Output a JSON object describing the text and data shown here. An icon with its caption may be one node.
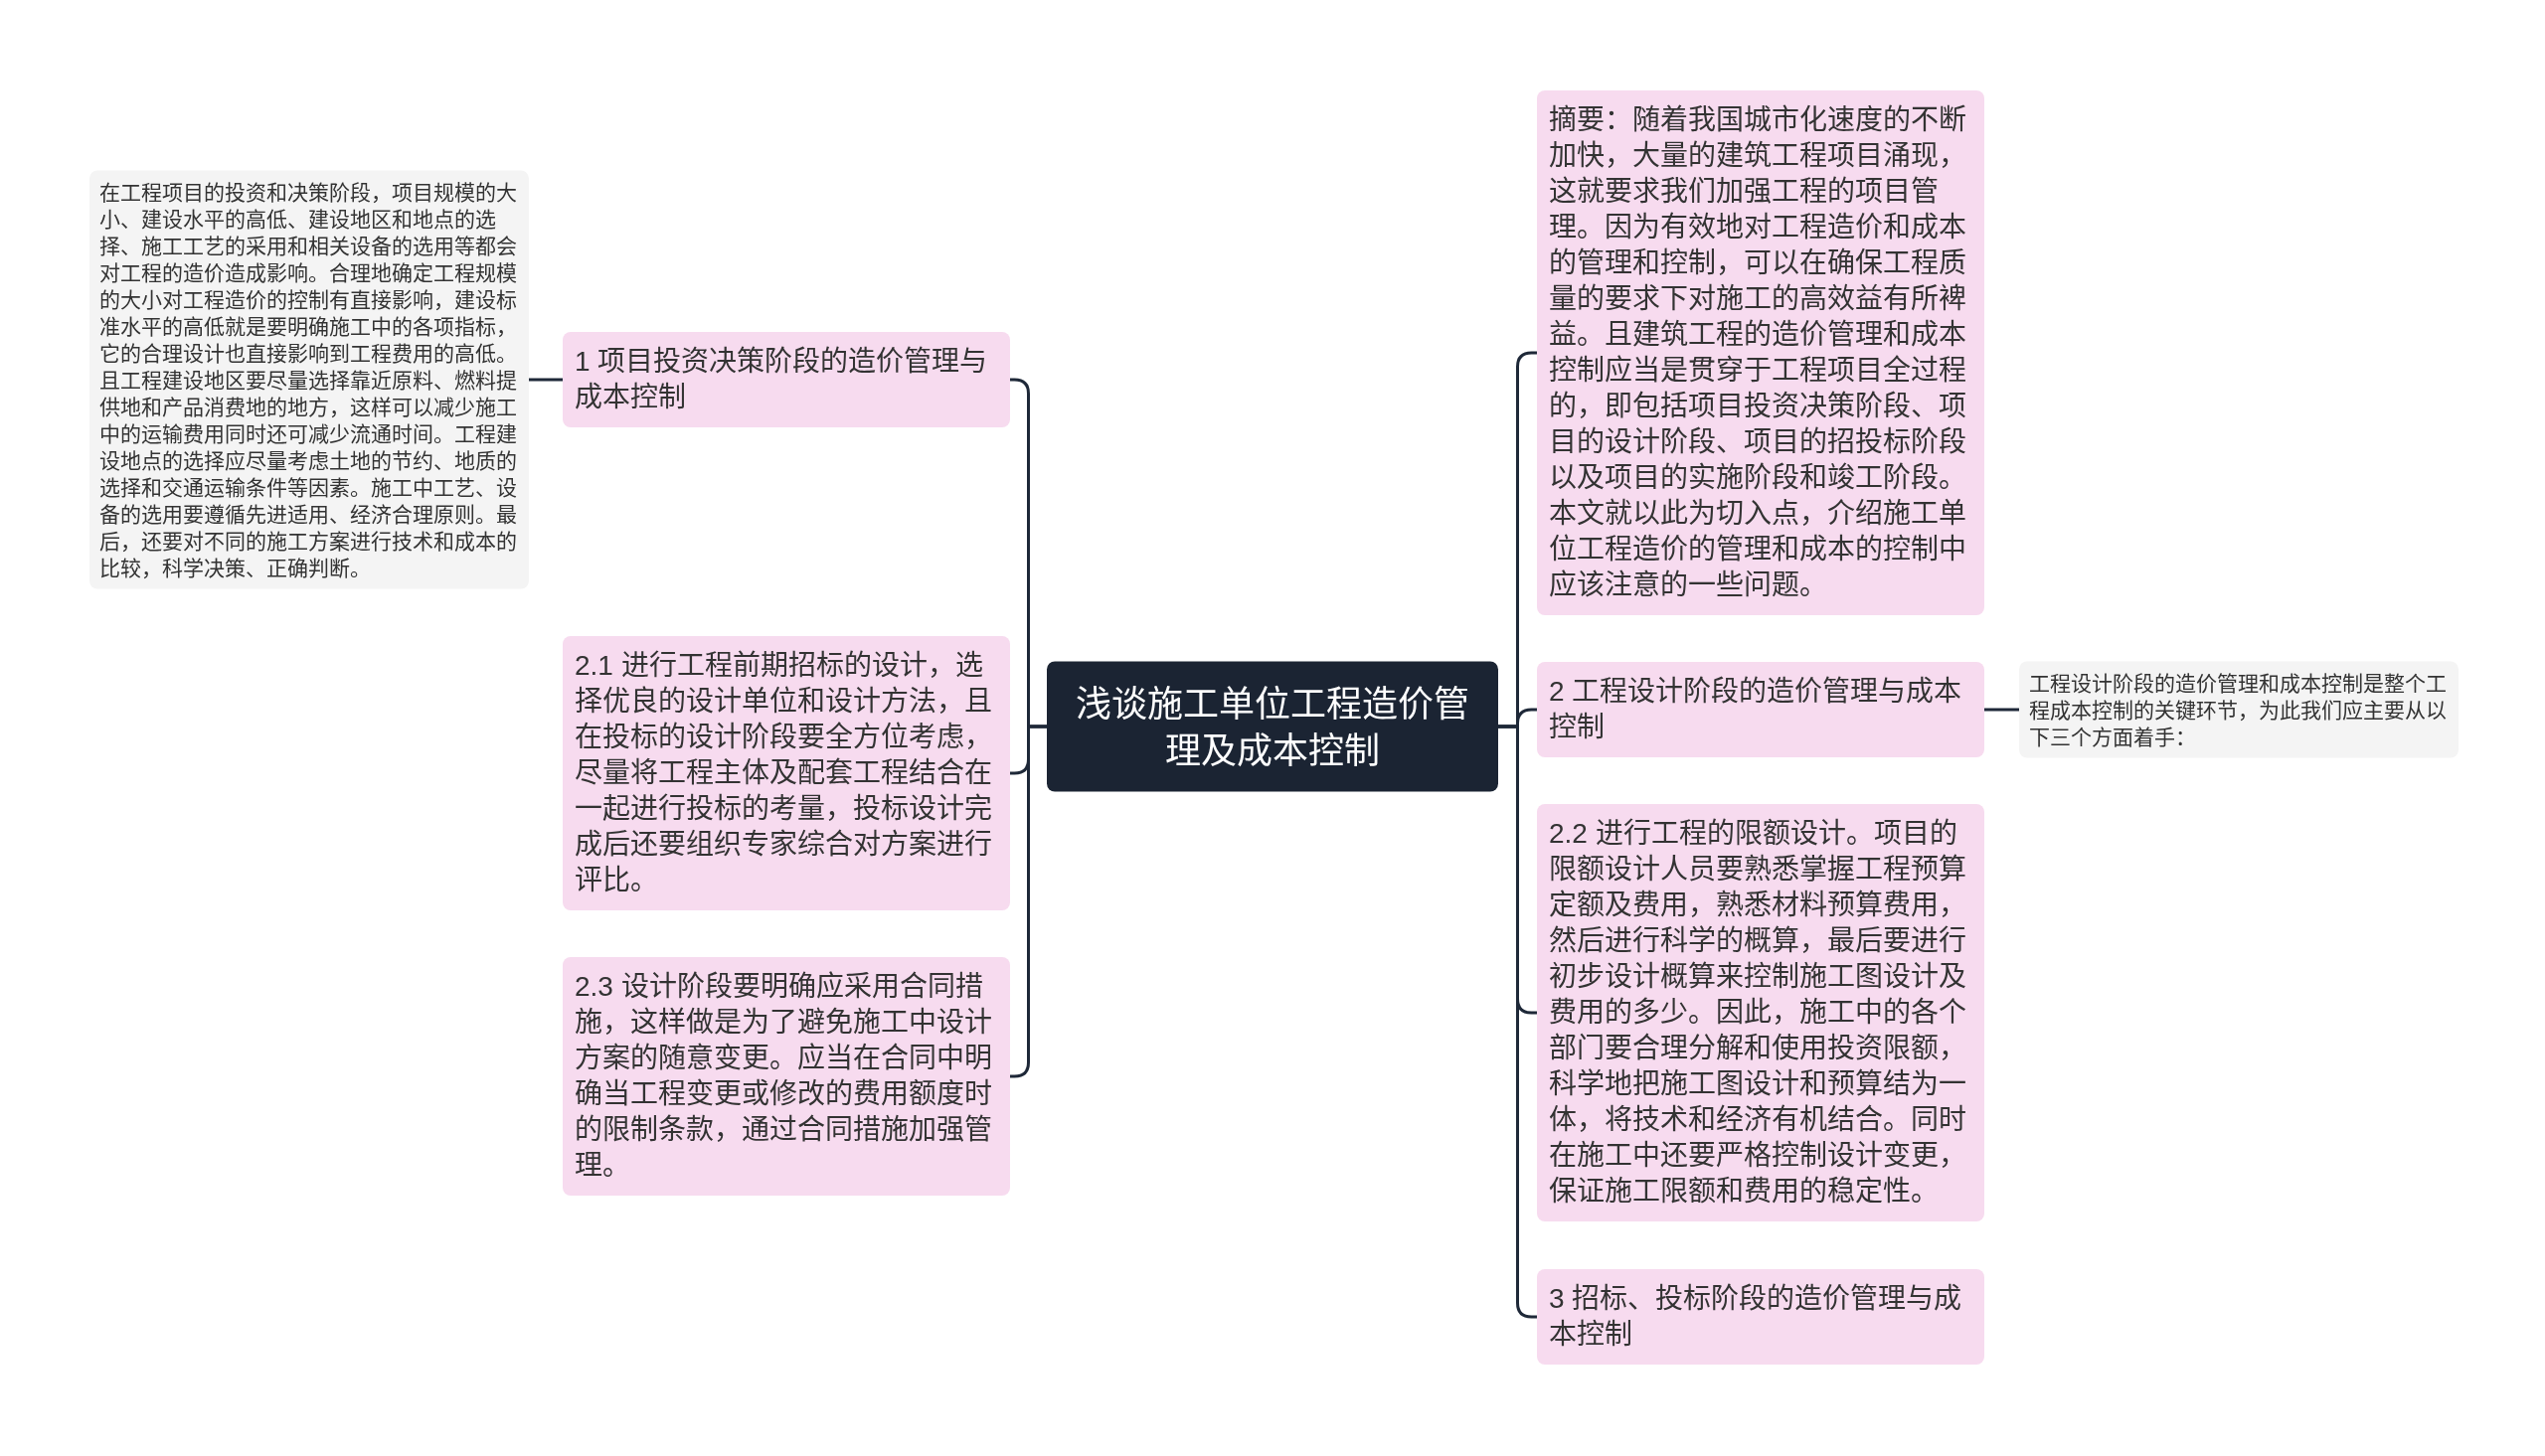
{
  "diagram": {
    "nodes": [
      {
        "text": [
          "浅谈施工单位工程造价管理及成本控制"
        ]
      },
      {
        "text": [
          "1 项目投资决策阶段的造价管理与成本控制"
        ]
      },
      {
        "text": [
          "在工程项目的投资和决策阶段，项目规模的大小、建设水平的高低、建设地区和地点的选择、施工工艺的采用和相关设备的选用等都会对工程的造价造成影响。合理地确定工程规模的大小对工程造价的控制有直接影响，建设标准水平的高低就是要明确施工中的各项指标，它的合理设计也直接影响到工程费用的高低。且工程建设地区要尽量选择靠近原料、燃料提供地和产品消费地的地方，这样可以减少施工中的运输费用同时还可减少流通时间。工程建设地点的选择应尽量考虑土地的节约、地质的选择和交通运输条件等因素。施工中工艺、设备的选用要遵循先进适用、经济合理原则。最后，还要对不同的施工方案进行技术和成本的比较，科学决策、正确判断。"
        ]
      },
      {
        "text": [
          "2.1 进行工程前期招标的设计，选择优良的设计单位和设计方法，且在投标的设计阶段要全方位考虑，尽量将工程主体及配套工程结合在一起进行投标的考量，投标设计完成后还要组织专家综合对方案进行评比。"
        ]
      },
      {
        "text": [
          "2.3 设计阶段要明确应采用合同措施，这样做是为了避免施工中设计方案的随意变更。应当在合同中明确当工程变更或修改的费用额度时的限制条款，通过合同措施加强管理。"
        ]
      },
      {
        "text": [
          "摘要：随着我国城市化速度的不断加快，大量的建筑工程项目涌现，这就要求我们加强工程的项目管理。因为有效地对工程造价和成本的管理和控制，可以在确保工程质量的要求下对施工的高效益有所裨益。且建筑工程的造价管理和成本控制应当是贯穿于工程项目全过程的，即包括项目投资决策阶段、项目的设计阶段、项目的招投标阶段以及项目的实施阶段和竣工阶段。本文就以此为切入点，介绍施工单位工程造价的管理和成本的控制中应该注意的一些问题。"
        ]
      },
      {
        "text": [
          "2 工程设计阶段的造价管理与成本控制"
        ]
      },
      {
        "text": [
          "工程设计阶段的造价管理和成本控制是整个工程成本控制的关键环节，为此我们应主要从以下三个方面着手："
        ]
      },
      {
        "text": [
          "2.2 进行工程的限额设计。项目的限额设计人员要熟悉掌握工程预算定额及费用，熟悉材料预算费用，然后进行科学的概算，最后要进行初步设计概算来控制施工图设计及费用的多少。因此，施工中的各个部门要合理分解和使用投资限额，科学地把施工图设计和预算结为一体，将技术和经济有机结合。同时在施工中还要严格控制设计变更，保证施工限额和费用的稳定性。"
        ]
      },
      {
        "text": [
          "3 招标、投标阶段的造价管理与成本控制"
        ]
      }
    ],
    "edges": [
      {
        "from": 0,
        "to": 1,
        "arrow": "none"
      },
      {
        "from": 1,
        "to": 2,
        "arrow": "none"
      },
      {
        "from": 0,
        "to": 3,
        "arrow": "none"
      },
      {
        "from": 0,
        "to": 4,
        "arrow": "none"
      },
      {
        "from": 0,
        "to": 5,
        "arrow": "none"
      },
      {
        "from": 0,
        "to": 6,
        "arrow": "none"
      },
      {
        "from": 6,
        "to": 7,
        "arrow": "none"
      },
      {
        "from": 0,
        "to": 8,
        "arrow": "none"
      },
      {
        "from": 0,
        "to": 9,
        "arrow": "none"
      }
    ]
  }
}
